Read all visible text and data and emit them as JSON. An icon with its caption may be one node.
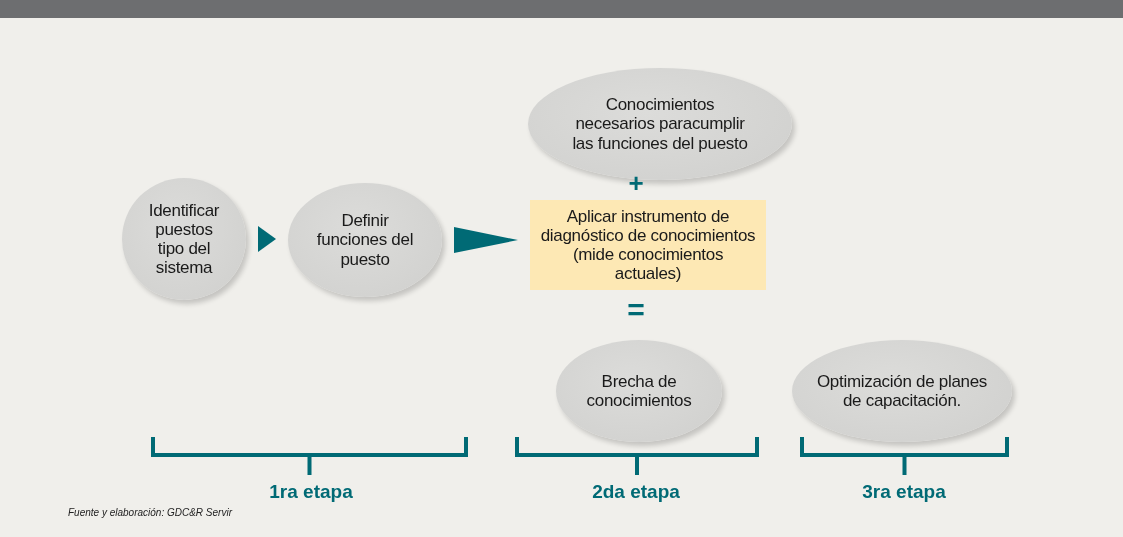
{
  "diagram": {
    "nodes": [
      {
        "text": [
          "Identificar puestos tipo del sistema"
        ]
      },
      {
        "text": [
          "Definir funciones del puesto"
        ]
      },
      {
        "text": [
          "Conocimientos necesarios paracumplir las funciones del puesto"
        ]
      },
      {
        "text": [
          "Aplicar instrumento de diagnóstico de conocimientos (mide conocimientos actuales)"
        ]
      },
      {
        "text": [
          "Brecha de conocimientos"
        ]
      },
      {
        "text": [
          "Optimización de planes de capacitación."
        ]
      }
    ],
    "edges": [
      {
        "from": 0,
        "to": 1,
        "arrow": "to"
      },
      {
        "from": 1,
        "to": 3,
        "arrow": "to"
      }
    ],
    "labels": [
      "+",
      "=",
      "1ra etapa",
      "2da etapa",
      "3ra etapa",
      "Fuente y elaboración: GDC&R Servir"
    ]
  }
}
